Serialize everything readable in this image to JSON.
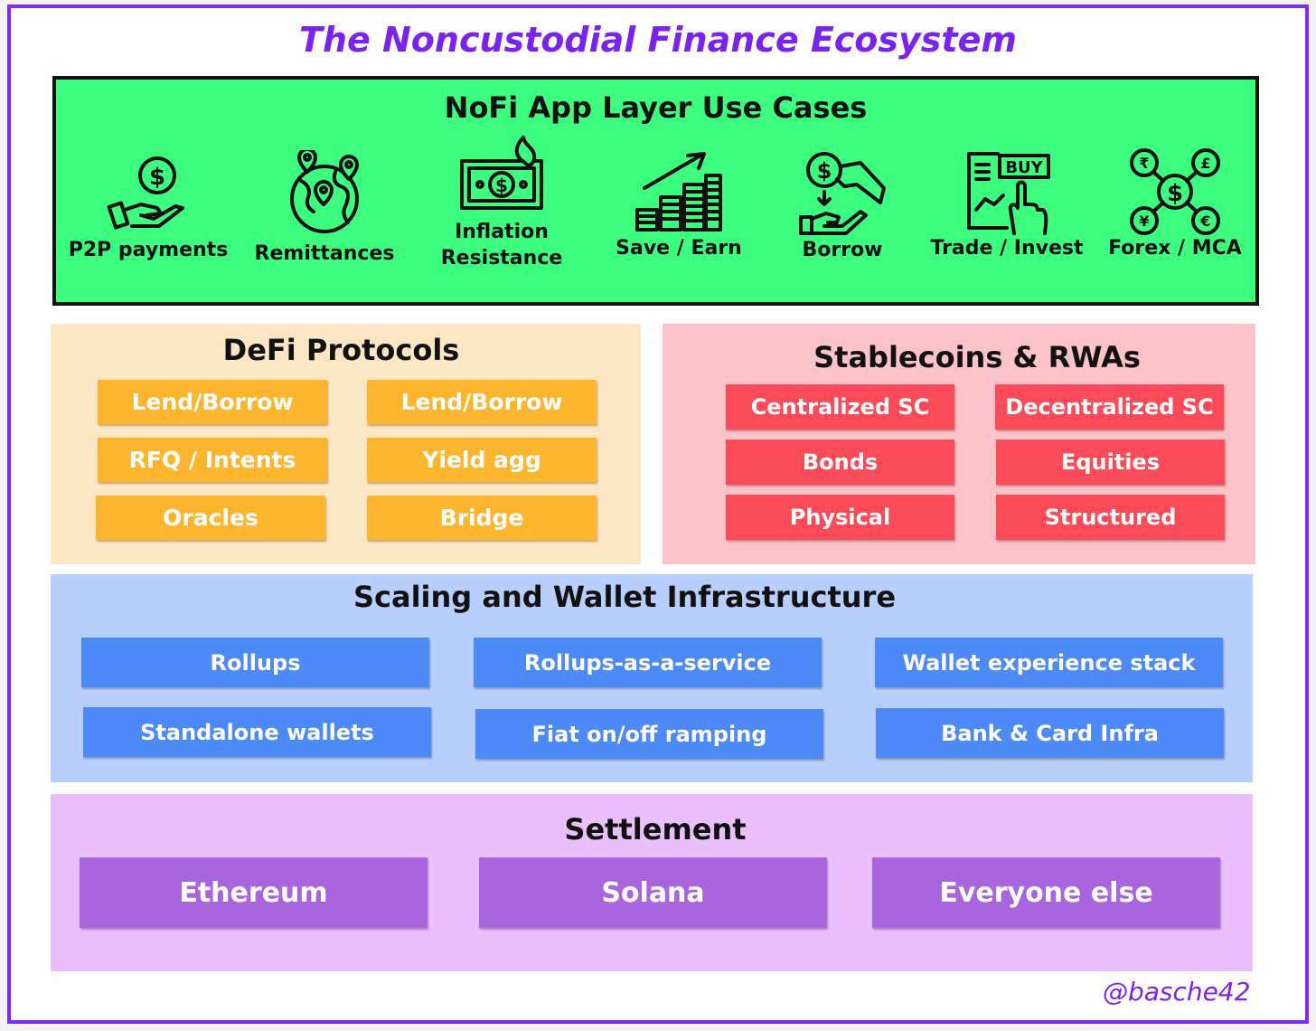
{
  "title": "The Noncustodial Finance Ecosystem",
  "nofi": {
    "title": "NoFi App Layer Use Cases",
    "use_cases": [
      {
        "label": "P2P payments",
        "icon": "hand-dollar-icon"
      },
      {
        "label": "Remittances",
        "icon": "globe-pins-icon"
      },
      {
        "label": "Inflation\nResistance",
        "icon": "burning-banknote-icon"
      },
      {
        "label": "Save / Earn",
        "icon": "growth-coins-icon"
      },
      {
        "label": "Borrow",
        "icon": "loan-hand-icon"
      },
      {
        "label": "Trade / Invest",
        "icon": "buy-chart-icon"
      },
      {
        "label": "Forex / MCA",
        "icon": "currency-network-icon"
      }
    ]
  },
  "defi": {
    "title": "DeFi Protocols",
    "items": [
      "Lend/Borrow",
      "Lend/Borrow",
      "RFQ / Intents",
      "Yield agg",
      "Oracles",
      "Bridge"
    ]
  },
  "stable": {
    "title": "Stablecoins & RWAs",
    "items": [
      "Centralized SC",
      "Decentralized SC",
      "Bonds",
      "Equities",
      "Physical",
      "Structured"
    ]
  },
  "scaling": {
    "title": "Scaling and Wallet Infrastructure",
    "items": [
      "Rollups",
      "Rollups-as-a-service",
      "Wallet experience stack",
      "Standalone wallets",
      "Fiat on/off ramping",
      "Bank & Card Infra"
    ]
  },
  "settlement": {
    "title": "Settlement",
    "items": [
      "Ethereum",
      "Solana",
      "Everyone else"
    ]
  },
  "credit": "@basche42",
  "colors": {
    "title": "#7a22f0",
    "nofi_bg": "#3dfd7e",
    "defi_bg": "#fde6c3",
    "defi_chip": "#fdb52d",
    "stable_bg": "#fdc3c8",
    "stable_chip": "#fc4b58",
    "scaling_bg": "#b8cefc",
    "scaling_chip": "#4c8af7",
    "settle_bg": "#e9c0fc",
    "settle_chip": "#a865de"
  }
}
